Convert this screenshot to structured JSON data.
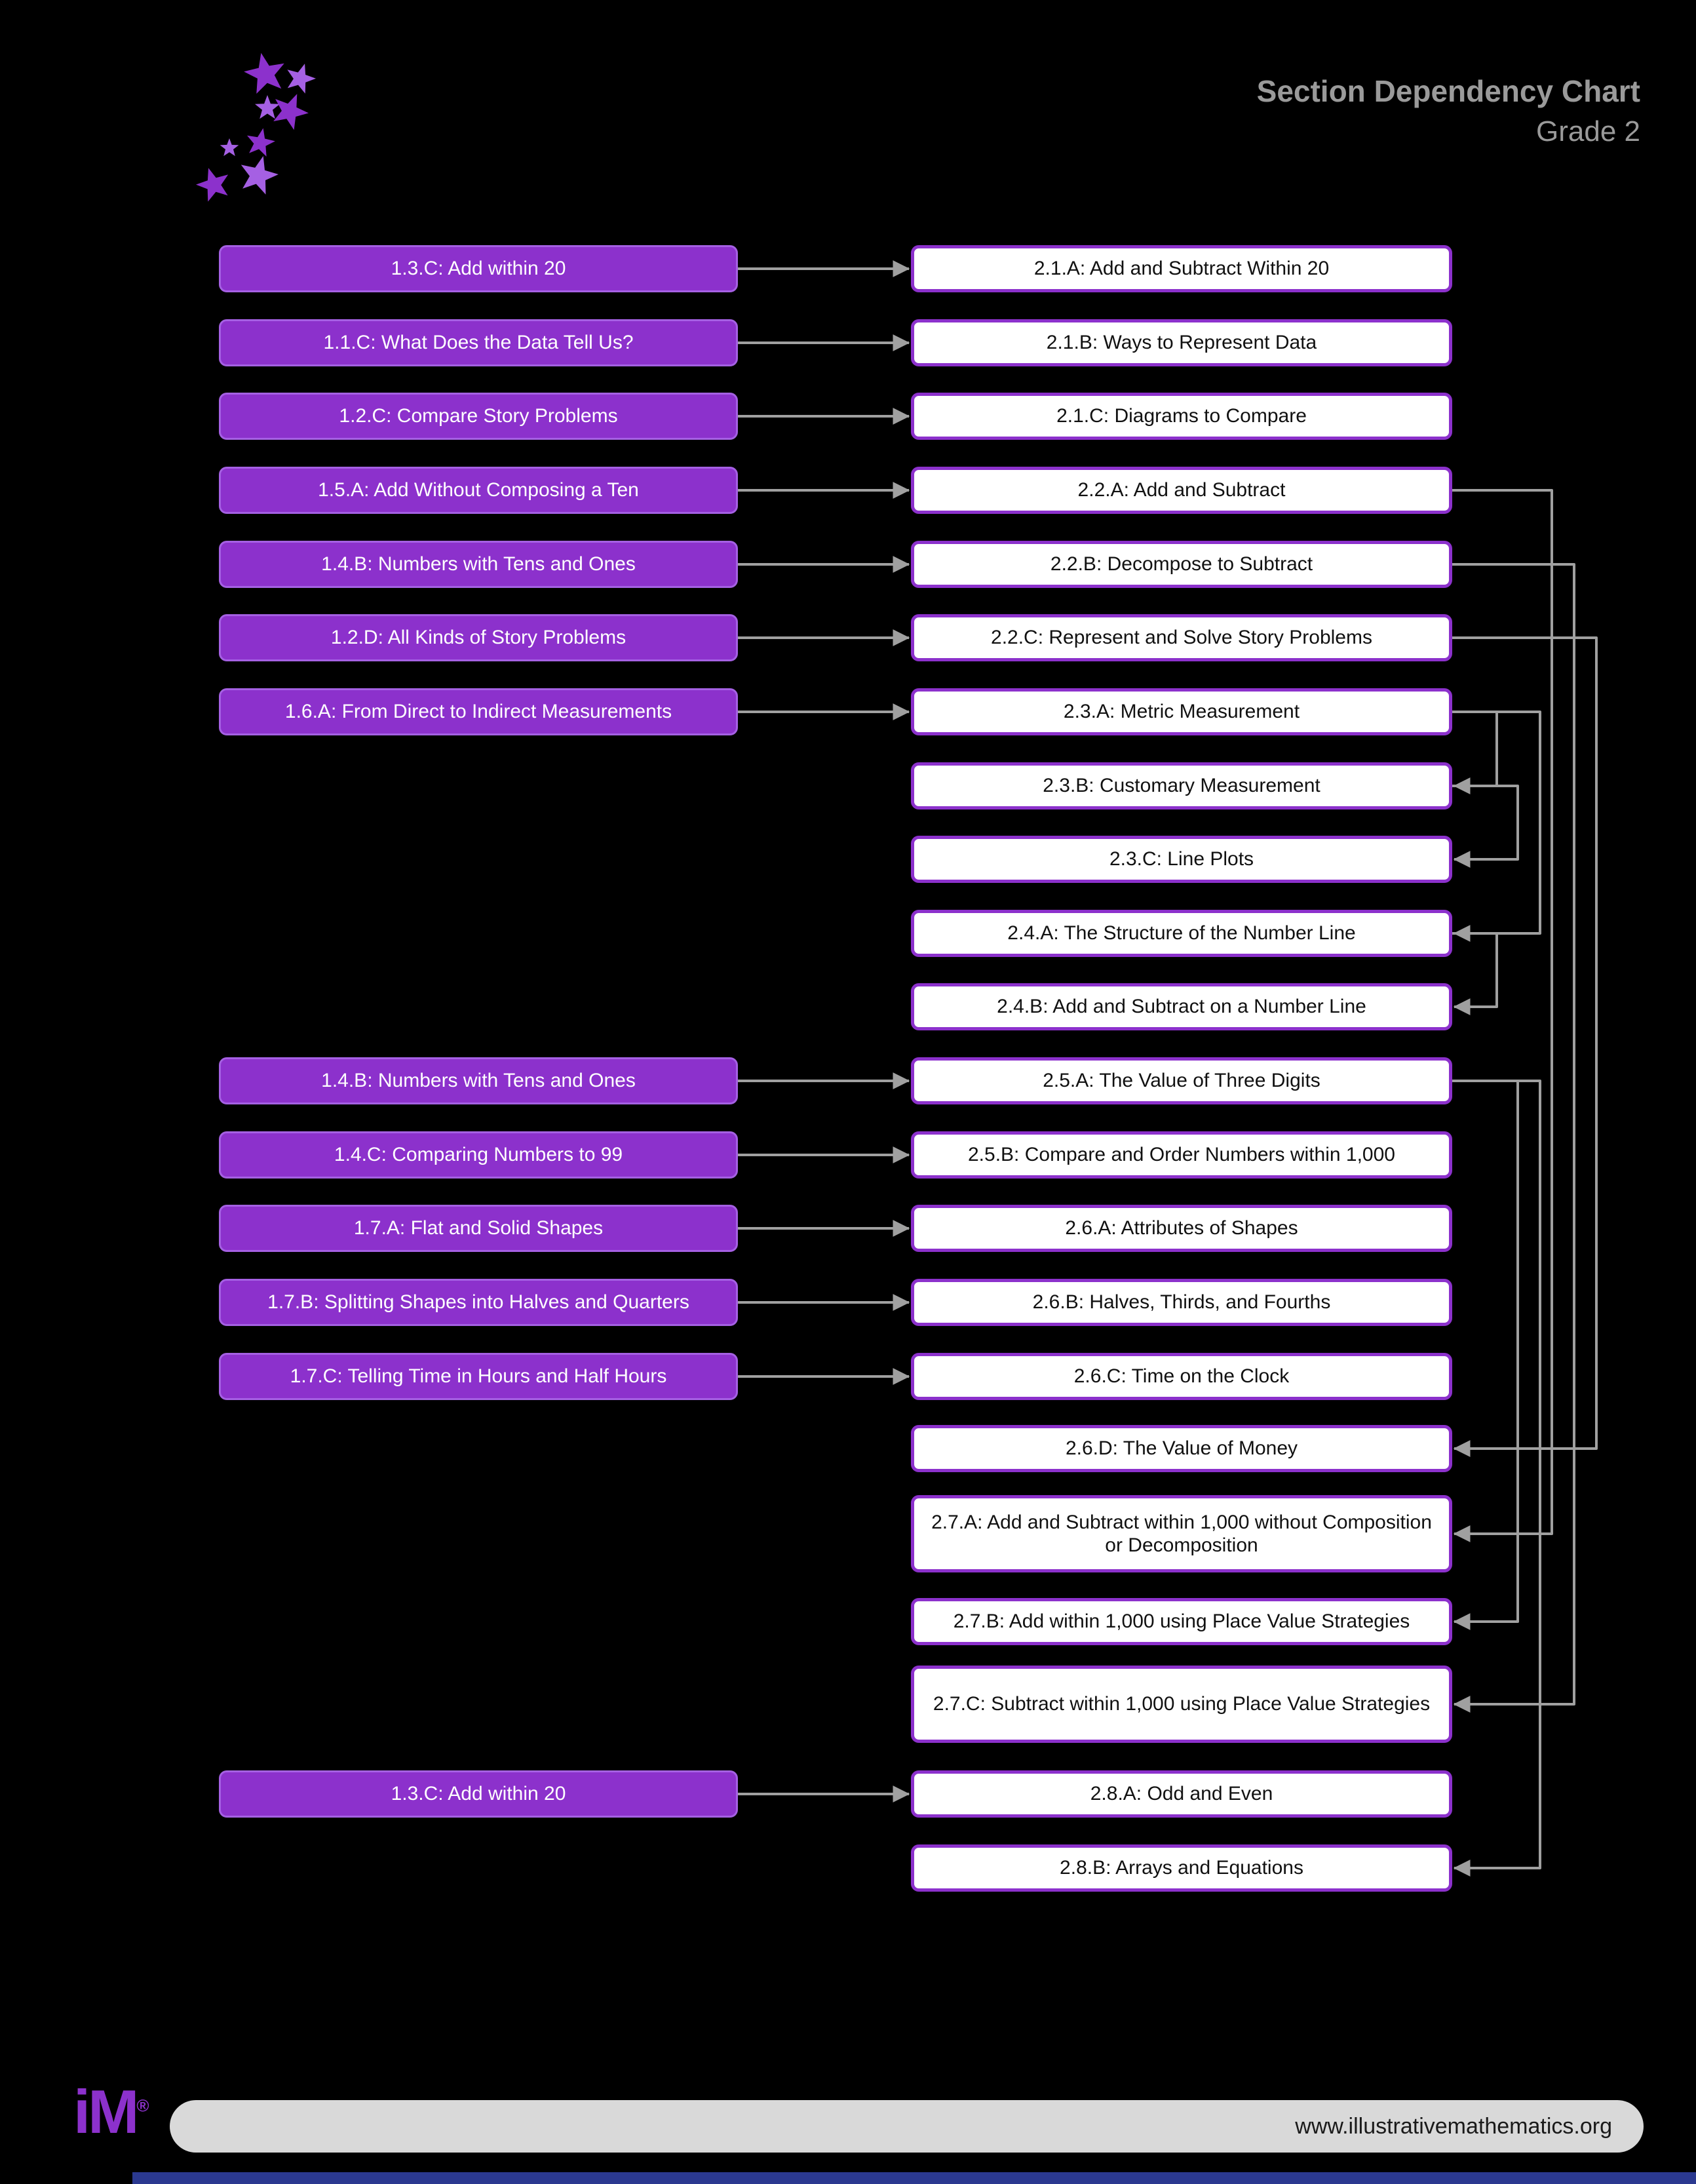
{
  "header": {
    "title": "Section Dependency Chart",
    "subtitle": "Grade 2"
  },
  "colors": {
    "background": "#000000",
    "purple": "#8C31CC",
    "purple_light": "#A560E3",
    "line": "#A0A0A0",
    "header_text": "#9A9A9A",
    "footer_bar": "#D9D9D9",
    "footer_text": "#1A1A1A",
    "footer_blue": "#2B3990"
  },
  "rows": [
    {
      "id": "2.1.A",
      "grade1": "1.3.C: Add within 20",
      "grade2": "2.1.A: Add and Subtract Within 20"
    },
    {
      "id": "2.1.B",
      "grade1": "1.1.C: What Does the Data Tell Us?",
      "grade2": "2.1.B: Ways to Represent Data"
    },
    {
      "id": "2.1.C",
      "grade1": "1.2.C: Compare Story Problems",
      "grade2": "2.1.C: Diagrams to Compare"
    },
    {
      "id": "2.2.A",
      "grade1": "1.5.A: Add Without Composing a Ten",
      "grade2": "2.2.A: Add and Subtract"
    },
    {
      "id": "2.2.B",
      "grade1": "1.4.B: Numbers with Tens and Ones",
      "grade2": "2.2.B: Decompose to Subtract"
    },
    {
      "id": "2.2.C",
      "grade1": "1.2.D: All Kinds of Story Problems",
      "grade2": "2.2.C: Represent and Solve Story Problems"
    },
    {
      "id": "2.3.A",
      "grade1": "1.6.A: From Direct to Indirect Measurements",
      "grade2": "2.3.A: Metric Measurement"
    },
    {
      "id": "2.3.B",
      "grade1": null,
      "grade2": "2.3.B: Customary Measurement"
    },
    {
      "id": "2.3.C",
      "grade1": null,
      "grade2": "2.3.C: Line Plots"
    },
    {
      "id": "2.4.A",
      "grade1": null,
      "grade2": "2.4.A: The Structure of the Number Line"
    },
    {
      "id": "2.4.B",
      "grade1": null,
      "grade2": "2.4.B: Add and Subtract on a Number Line"
    },
    {
      "id": "2.5.A",
      "grade1": "1.4.B: Numbers with Tens and Ones",
      "grade2": "2.5.A: The Value of Three Digits"
    },
    {
      "id": "2.5.B",
      "grade1": "1.4.C: Comparing Numbers to 99",
      "grade2": "2.5.B: Compare and Order Numbers within 1,000"
    },
    {
      "id": "2.6.A",
      "grade1": "1.7.A: Flat and Solid Shapes",
      "grade2": "2.6.A: Attributes of Shapes"
    },
    {
      "id": "2.6.B",
      "grade1": "1.7.B: Splitting Shapes into Halves and Quarters",
      "grade2": "2.6.B: Halves, Thirds, and Fourths"
    },
    {
      "id": "2.6.C",
      "grade1": "1.7.C: Telling Time in Hours and Half Hours",
      "grade2": "2.6.C: Time on the Clock"
    },
    {
      "id": "2.6.D",
      "grade1": null,
      "grade2": "2.6.D: The Value of Money"
    },
    {
      "id": "2.7.A",
      "grade1": null,
      "grade2": "2.7.A: Add and Subtract within 1,000 without Composition or Decomposition"
    },
    {
      "id": "2.7.B",
      "grade1": null,
      "grade2": "2.7.B: Add within 1,000 using Place Value Strategies"
    },
    {
      "id": "2.7.C",
      "grade1": null,
      "grade2": "2.7.C: Subtract within 1,000 using Place Value Strategies"
    },
    {
      "id": "2.8.A",
      "grade1": "1.3.C: Add within 20",
      "grade2": "2.8.A: Odd and Even"
    },
    {
      "id": "2.8.B",
      "grade1": null,
      "grade2": "2.8.B: Arrays and Equations"
    }
  ],
  "edges": [
    {
      "from": "2.3.A",
      "to": "2.3.B"
    },
    {
      "from": "2.3.B",
      "to": "2.3.C"
    },
    {
      "from": "2.3.A",
      "to": "2.4.A"
    },
    {
      "from": "2.4.A",
      "to": "2.4.B"
    },
    {
      "from": "2.2.A",
      "to": "2.7.A"
    },
    {
      "from": "2.5.A",
      "to": "2.7.B"
    },
    {
      "from": "2.2.B",
      "to": "2.7.C"
    },
    {
      "from": "2.2.C",
      "to": "2.6.D"
    },
    {
      "from": "2.5.A",
      "to": "2.8.B"
    }
  ],
  "footer": {
    "logo_text": "iM",
    "logo_mark": "®",
    "url": "www.illustrativemathematics.org"
  }
}
